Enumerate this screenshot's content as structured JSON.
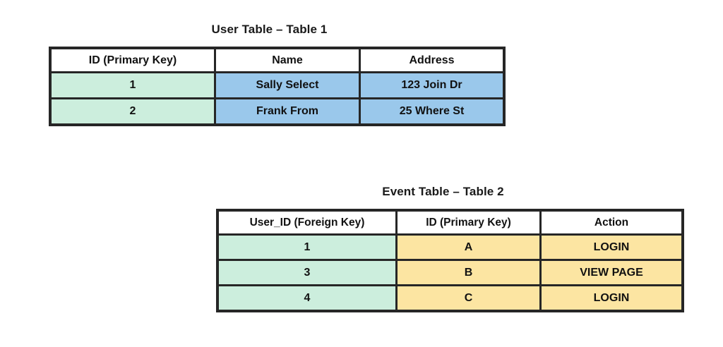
{
  "page": {
    "background_color": "#ffffff",
    "text_color": "#111111",
    "border_color": "#262626"
  },
  "palette": {
    "green": "#cceedd",
    "blue": "#9ac8eb",
    "amber": "#fce5a2",
    "white": "#ffffff"
  },
  "tables": [
    {
      "id": "user-table",
      "title": "User Table – Table 1",
      "columns": [
        {
          "label": "ID (Primary Key)",
          "fill": "green"
        },
        {
          "label": "Name",
          "fill": "blue"
        },
        {
          "label": "Address",
          "fill": "blue"
        }
      ],
      "rows": [
        [
          "1",
          "Sally Select",
          "123 Join Dr"
        ],
        [
          "2",
          "Frank From",
          "25 Where St"
        ]
      ]
    },
    {
      "id": "event-table",
      "title": "Event Table – Table 2",
      "columns": [
        {
          "label": "User_ID (Foreign Key)",
          "fill": "green"
        },
        {
          "label": "ID (Primary Key)",
          "fill": "amber"
        },
        {
          "label": "Action",
          "fill": "amber"
        }
      ],
      "rows": [
        [
          "1",
          "A",
          "LOGIN"
        ],
        [
          "3",
          "B",
          "VIEW PAGE"
        ],
        [
          "4",
          "C",
          "LOGIN"
        ]
      ]
    }
  ]
}
